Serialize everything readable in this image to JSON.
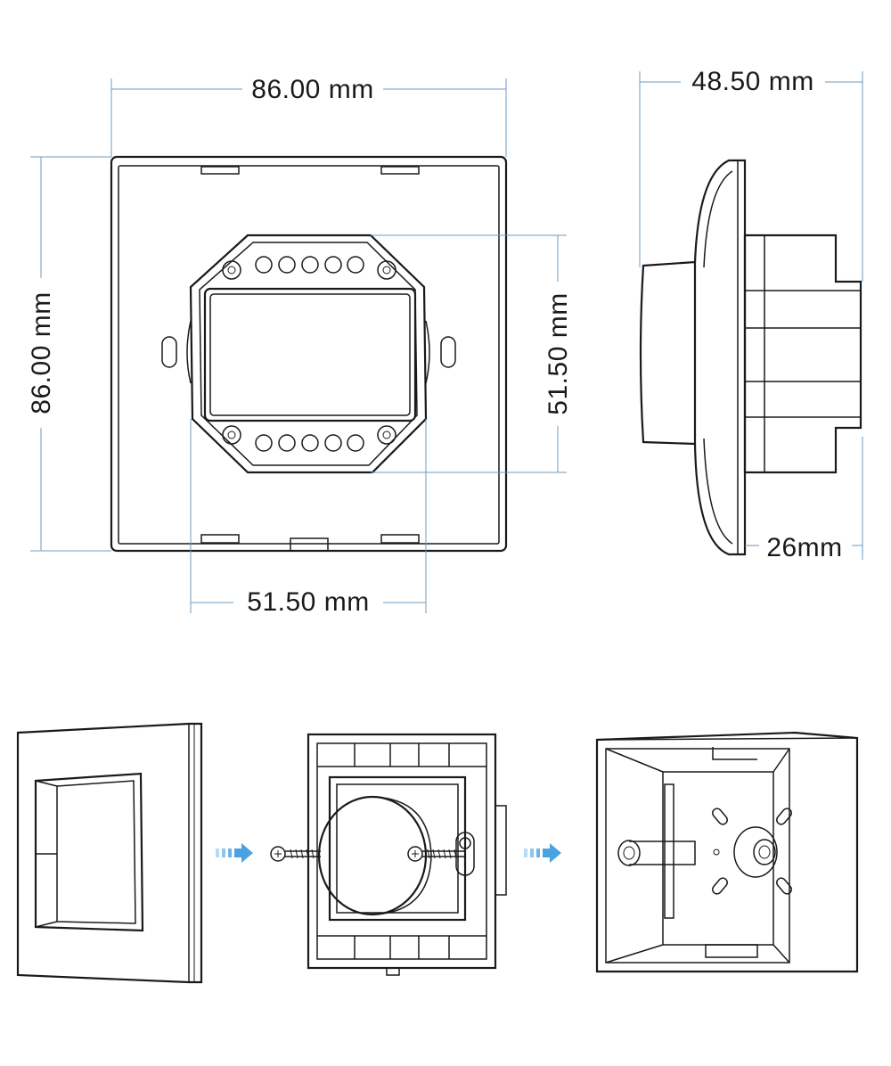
{
  "dimensions": {
    "front_width": "86.00 mm",
    "front_height": "86.00 mm",
    "module_height": "51.50 mm",
    "module_width": "51.50 mm",
    "side_depth": "48.50 mm",
    "side_rear_depth": "26mm"
  },
  "colors": {
    "dimension_line": "#6d9bc0",
    "outline": "#1a1a1a",
    "arrow": "#4aa3df"
  },
  "assembly_steps": [
    "front-frame",
    "switch-module-with-screws",
    "wall-box"
  ]
}
